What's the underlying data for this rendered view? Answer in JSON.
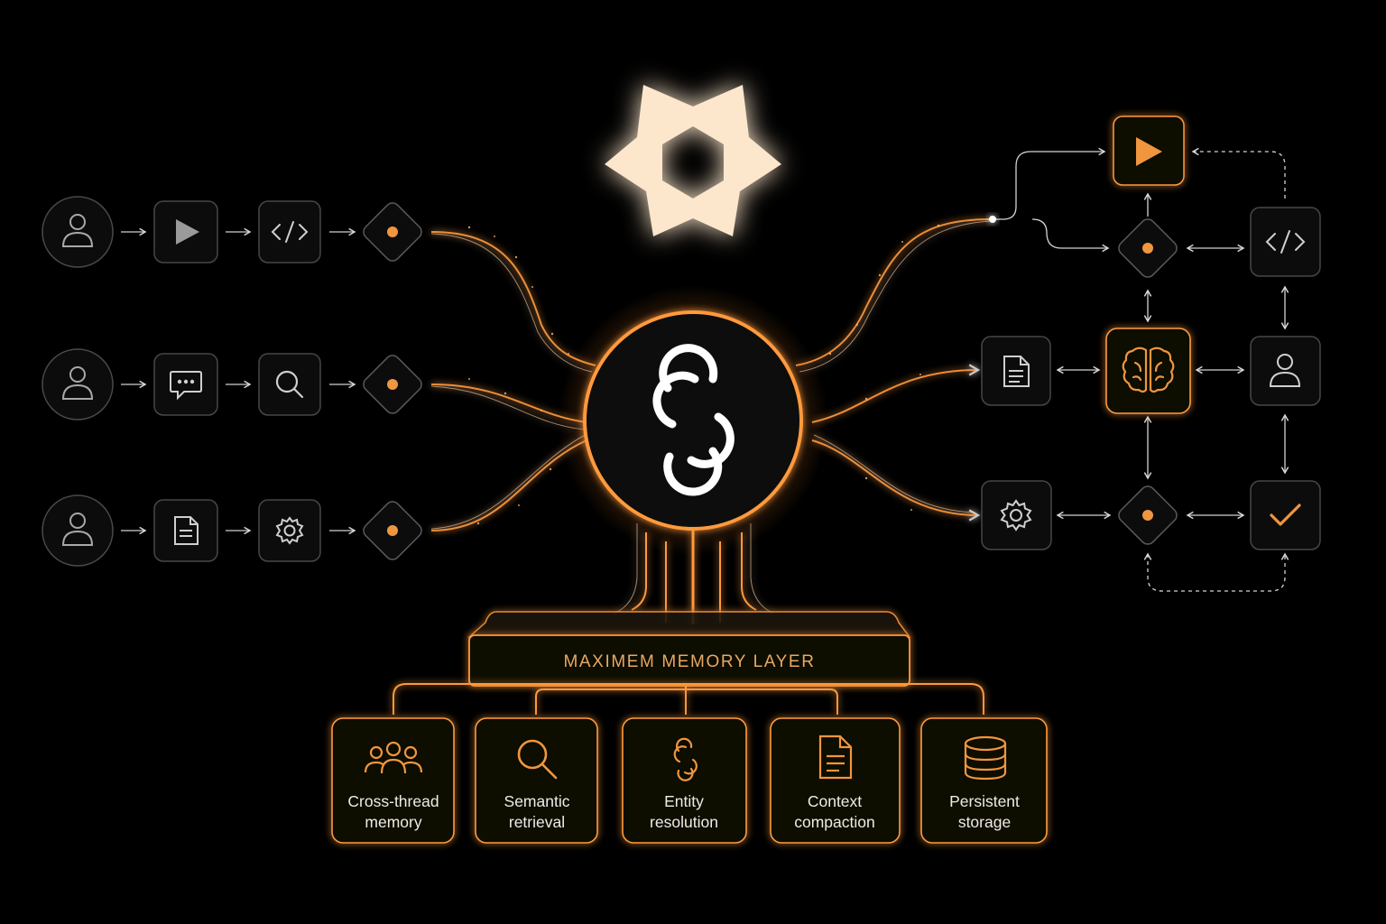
{
  "memory_layer": {
    "title": "MAXIMEM MEMORY LAYER"
  },
  "features": [
    {
      "icon": "users-icon",
      "line1": "Cross-thread",
      "line2": "memory"
    },
    {
      "icon": "magnifier-icon",
      "line1": "Semantic",
      "line2": "retrieval"
    },
    {
      "icon": "knot-icon",
      "line1": "Entity",
      "line2": "resolution"
    },
    {
      "icon": "document-icon",
      "line1": "Context",
      "line2": "compaction"
    },
    {
      "icon": "database-icon",
      "line1": "Persistent",
      "line2": "storage"
    }
  ],
  "left_pipelines": [
    [
      "user-icon",
      "play-icon",
      "code-icon",
      "diamond-node-icon"
    ],
    [
      "user-icon",
      "chat-icon",
      "search-icon",
      "diamond-node-icon"
    ],
    [
      "user-icon",
      "document-icon",
      "gear-icon",
      "diamond-node-icon"
    ]
  ],
  "right_graph_nodes": [
    "play-icon",
    "diamond-node-icon",
    "code-icon",
    "document-icon",
    "brain-icon",
    "user-icon",
    "gear-icon",
    "diamond-node-icon",
    "check-icon"
  ],
  "center_hub": {
    "icon": "infinity-knot-logo"
  },
  "top_emblem": {
    "icon": "hexagon-star-logo"
  },
  "colors": {
    "background": "#000000",
    "accent": "#f0963f",
    "glow": "#ff9a3c",
    "node_border": "#3a3a3a",
    "text": "#f1ebe4",
    "emblem": "#fde7cc"
  }
}
